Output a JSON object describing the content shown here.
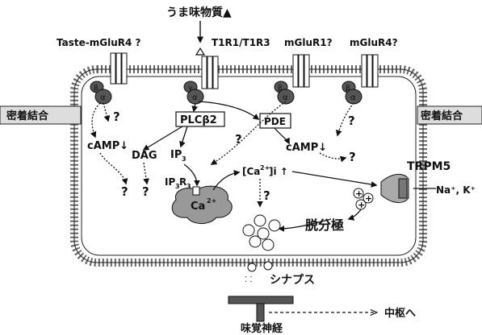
{
  "ligand": {
    "label": "うま味物質▲"
  },
  "receptors": [
    {
      "label": "Taste-mGluR4 ?"
    },
    {
      "label": "T1R1/T1R3"
    },
    {
      "label": "mGluR1?"
    },
    {
      "label": "mGluR4?"
    }
  ],
  "tight_junction": {
    "left": "密着結合",
    "right": "密着結合"
  },
  "g_protein": {
    "beta": "β",
    "gamma": "γ",
    "alpha": "α"
  },
  "enzymes": {
    "plc": "PLCβ2",
    "pde": "PDE"
  },
  "messengers": {
    "camp_left": "cAMP↓",
    "camp_right": "cAMP↓",
    "dag": "DAG",
    "ip3_label": "IP",
    "ip3_sub": "3",
    "ip3r_label": "IP",
    "ip3r_sub": "3",
    "ip3r_suffix": "R",
    "ip3r_sub2": "3",
    "ca_store": "Ca",
    "ca_store_sup": "2+",
    "ca_i_open": "[Ca",
    "ca_i_sup": "2+",
    "ca_i_close": "]i ↑"
  },
  "unknown_marks": [
    "?",
    "?",
    "?",
    "?",
    "?",
    "?",
    "?"
  ],
  "channel": {
    "name": "TRPM5",
    "ions": "Na⁺, K⁺"
  },
  "plus_signs": [
    "+",
    "+",
    "+"
  ],
  "depolarization": "脱分極",
  "synapse": "シナプス",
  "nerve": {
    "label": "味覚神経",
    "target": "中枢へ"
  }
}
